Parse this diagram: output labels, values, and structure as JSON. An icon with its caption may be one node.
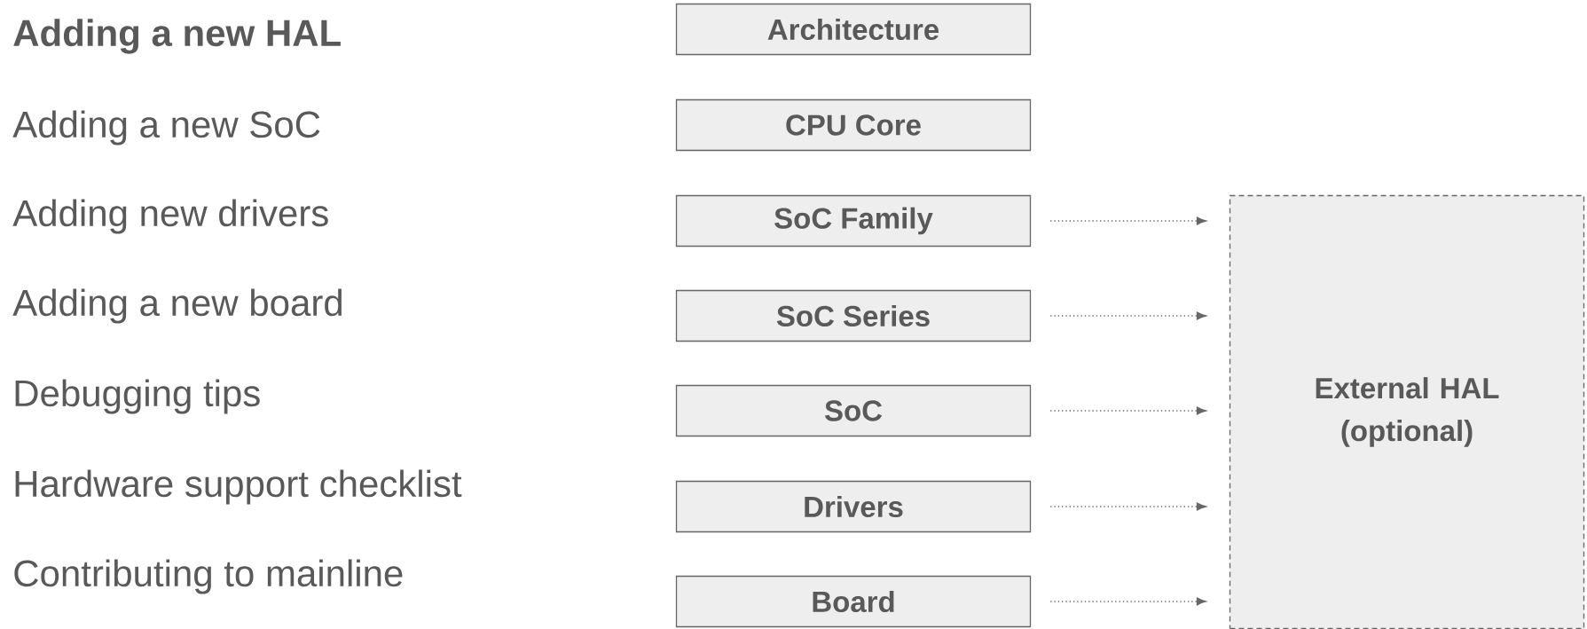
{
  "diagram": {
    "nodes": [
      {
        "text": [
          "Architecture"
        ]
      },
      {
        "text": [
          "CPU Core"
        ]
      },
      {
        "text": [
          "SoC Family"
        ]
      },
      {
        "text": [
          "SoC Series"
        ]
      },
      {
        "text": [
          "SoC"
        ]
      },
      {
        "text": [
          "Drivers"
        ]
      },
      {
        "text": [
          "Board"
        ]
      },
      {
        "text": [
          "External HAL (optional)"
        ]
      }
    ],
    "edges": [
      {
        "from": 2,
        "to": 7,
        "arrow": "to"
      },
      {
        "from": 3,
        "to": 7,
        "arrow": "to"
      },
      {
        "from": 4,
        "to": 7,
        "arrow": "to"
      },
      {
        "from": 5,
        "to": 7,
        "arrow": "to"
      },
      {
        "from": 6,
        "to": 7,
        "arrow": "to"
      }
    ],
    "labels": [
      "Adding a new HAL",
      "Adding a new SoC",
      "Adding new drivers",
      "Adding a new board",
      "Debugging tips",
      "Hardware support checklist",
      "Contributing to mainline"
    ]
  }
}
